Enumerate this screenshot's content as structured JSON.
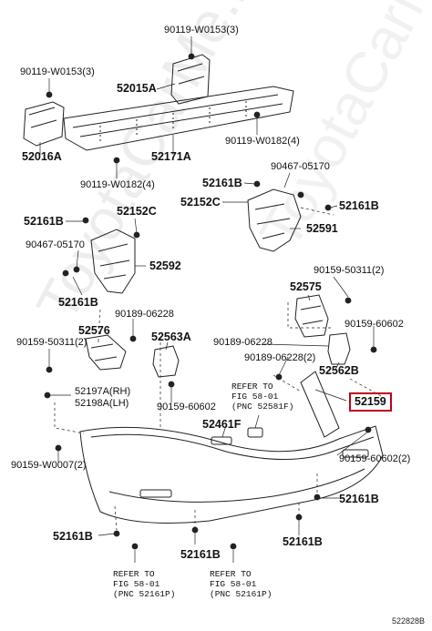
{
  "watermark": "ToyotaCarMe.ru",
  "illustration_id": "522828B",
  "labels": {
    "l01": "90119-W0153(3)",
    "l02": "90119-W0153(3)",
    "l03": "52015A",
    "l04": "52016A",
    "l05": "52171A",
    "l06": "90119-W0182(4)",
    "l07": "90119-W0182(4)",
    "l08": "52161B",
    "l09": "90467-05170",
    "l10": "52152C",
    "l11": "52161B",
    "l12": "52591",
    "l13": "52161B",
    "l14": "52152C",
    "l15": "90467-05170",
    "l16": "52592",
    "l17": "52161B",
    "l18": "90159-50311(2)",
    "l19": "52575",
    "l20": "90189-06228",
    "l21": "90159-60602",
    "l22": "52576",
    "l23": "52563A",
    "l24": "90189-06228",
    "l25": "90159-50311(2)",
    "l26": "90189-06228(2)",
    "l27": "52562B",
    "l28": "52197A(RH)",
    "l29": "52198A(LH)",
    "l30": "90159-60602",
    "l31": "REFER TO\nFIG 58-01\n(PNC 52581F)",
    "l32": "52159",
    "l33": "52461F",
    "l34": "90159-W0007(2)",
    "l35": "90159-60602(2)",
    "l36": "52161B",
    "l37": "52161B",
    "l38": "52161B",
    "l39": "52161B",
    "l40": "REFER TO\nFIG 58-01\n(PNC 52161P)",
    "l41": "REFER TO\nFIG 58-01\n(PNC 52161P)"
  }
}
